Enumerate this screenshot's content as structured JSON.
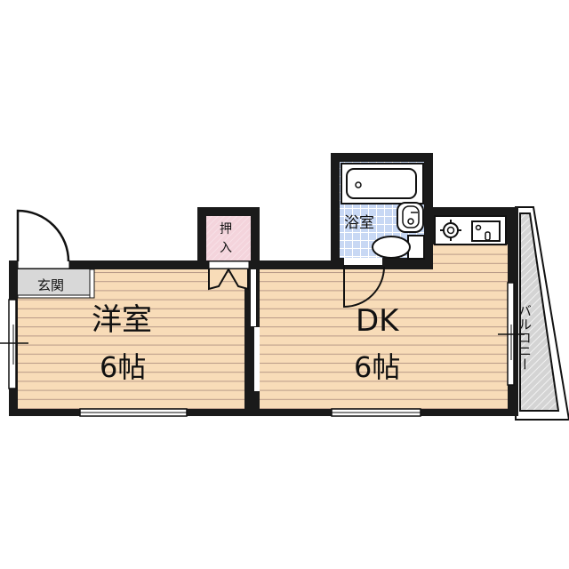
{
  "floor_plan": {
    "rooms": {
      "western_room": {
        "name": "洋室",
        "size": "6帖"
      },
      "dining_kitchen": {
        "name": "DK",
        "size": "6帖"
      },
      "bathroom": {
        "name": "浴室"
      },
      "closet": {
        "name_line1": "押",
        "name_line2": "入"
      },
      "entrance": {
        "name": "玄関"
      },
      "balcony": {
        "name": "バルコニー"
      }
    },
    "colors": {
      "wall": "#1a1a1a",
      "floor_wood": "#f8dcb8",
      "floor_lines": "#b89a88",
      "bathroom_tile": "#c8d8f4",
      "closet": "#f4d4dc",
      "entrance": "#d8d8d8",
      "balcony": "#d4d4d4"
    }
  }
}
